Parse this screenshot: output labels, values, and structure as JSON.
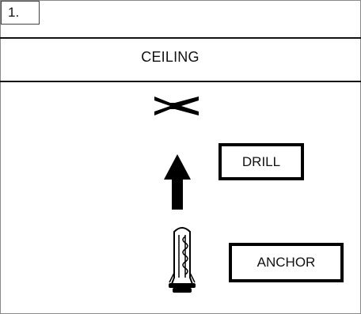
{
  "step": {
    "number": "1."
  },
  "ceiling": {
    "label": "CEILING"
  },
  "labels": {
    "drill": "DRILL",
    "anchor": "ANCHOR"
  },
  "icons": {
    "hole": "x-mark-icon",
    "direction": "arrow-up-icon",
    "anchor": "wall-anchor-icon"
  },
  "colors": {
    "ink": "#000000",
    "frame": "#8a8a8a"
  }
}
